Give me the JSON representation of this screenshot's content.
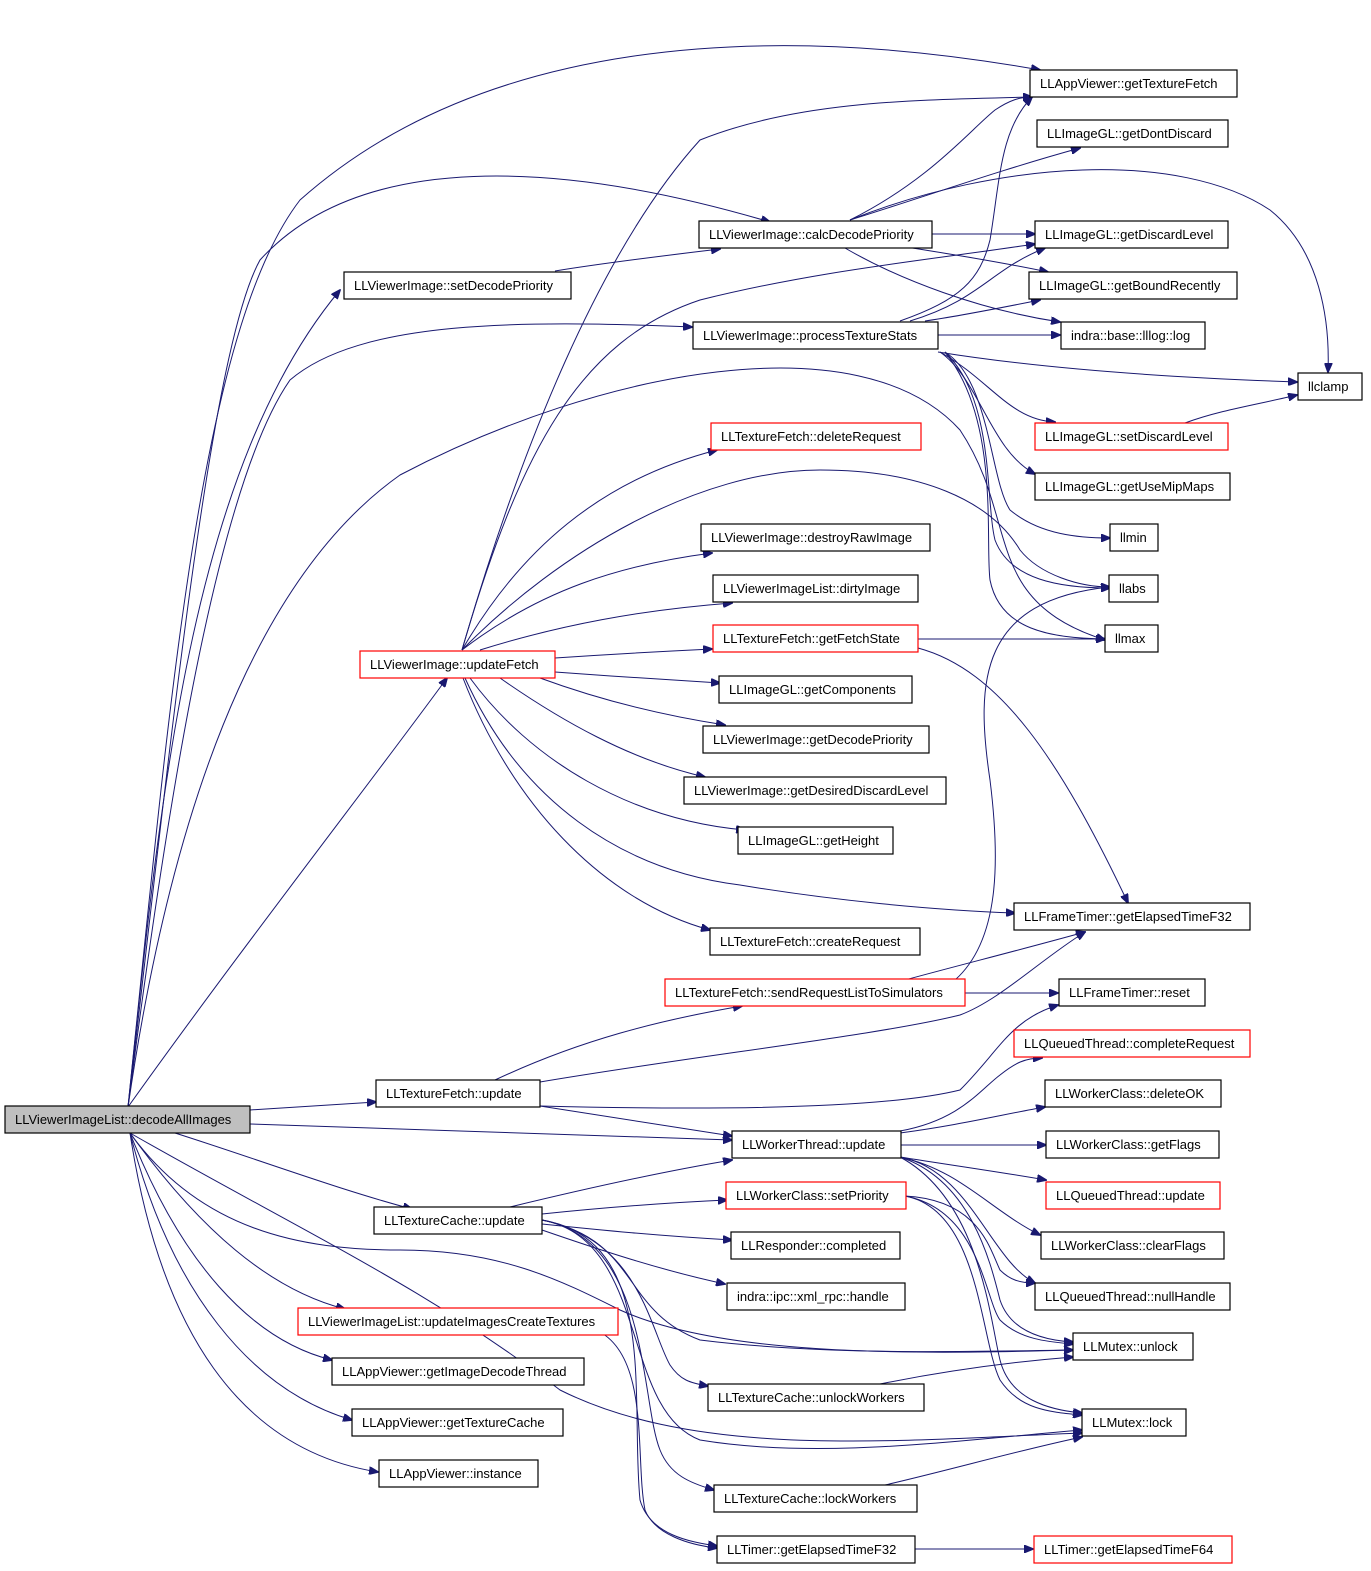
{
  "nodes": {
    "root": "LLViewerImageList::decodeAllImages",
    "getTextureFetch": "LLAppViewer::getTextureFetch",
    "getDontDiscard": "LLImageGL::getDontDiscard",
    "calcDecodePriority": "LLViewerImage::calcDecodePriority",
    "getDiscardLevel": "LLImageGL::getDiscardLevel",
    "setDecodePriority": "LLViewerImage::setDecodePriority",
    "getBoundRecently": "LLImageGL::getBoundRecently",
    "processTextureStats": "LLViewerImage::processTextureStats",
    "llog": "indra::base::lllog::log",
    "llclamp": "llclamp",
    "deleteRequest": "LLTextureFetch::deleteRequest",
    "setDiscardLevel": "LLImageGL::setDiscardLevel",
    "getUseMipMaps": "LLImageGL::getUseMipMaps",
    "destroyRawImage": "LLViewerImage::destroyRawImage",
    "llmin": "llmin",
    "dirtyImage": "LLViewerImageList::dirtyImage",
    "llabs": "llabs",
    "getFetchState": "LLTextureFetch::getFetchState",
    "llmax": "llmax",
    "updateFetch": "LLViewerImage::updateFetch",
    "getComponents": "LLImageGL::getComponents",
    "getDecodePriority": "LLViewerImage::getDecodePriority",
    "getDesiredDiscardLevel": "LLViewerImage::getDesiredDiscardLevel",
    "getHeight": "LLImageGL::getHeight",
    "getElapsedTimeF32_frame": "LLFrameTimer::getElapsedTimeF32",
    "createRequest": "LLTextureFetch::createRequest",
    "sendRequestList": "LLTextureFetch::sendRequestListToSimulators",
    "frameReset": "LLFrameTimer::reset",
    "completeRequest": "LLQueuedThread::completeRequest",
    "fetchUpdate": "LLTextureFetch::update",
    "deleteOK": "LLWorkerClass::deleteOK",
    "workerUpdate": "LLWorkerThread::update",
    "getFlags": "LLWorkerClass::getFlags",
    "setPriority": "LLWorkerClass::setPriority",
    "queuedUpdate": "LLQueuedThread::update",
    "cacheUpdate": "LLTextureCache::update",
    "completed": "LLResponder::completed",
    "clearFlags": "LLWorkerClass::clearFlags",
    "handle": "indra::ipc::xml_rpc::handle",
    "nullHandle": "LLQueuedThread::nullHandle",
    "updateImagesCreateTextures": "LLViewerImageList::updateImagesCreateTextures",
    "unlock": "LLMutex::unlock",
    "getImageDecodeThread": "LLAppViewer::getImageDecodeThread",
    "unlockWorkers": "LLTextureCache::unlockWorkers",
    "getTextureCache": "LLAppViewer::getTextureCache",
    "lock": "LLMutex::lock",
    "instance": "LLAppViewer::instance",
    "lockWorkers": "LLTextureCache::lockWorkers",
    "timerElapsedF32": "LLTimer::getElapsedTimeF32",
    "timerElapsedF64": "LLTimer::getElapsedTimeF64"
  },
  "colors": {
    "edge": "#191970",
    "border": "#000000",
    "border_incomplete": "#ff0000",
    "root_fill": "#bfbfbf"
  }
}
